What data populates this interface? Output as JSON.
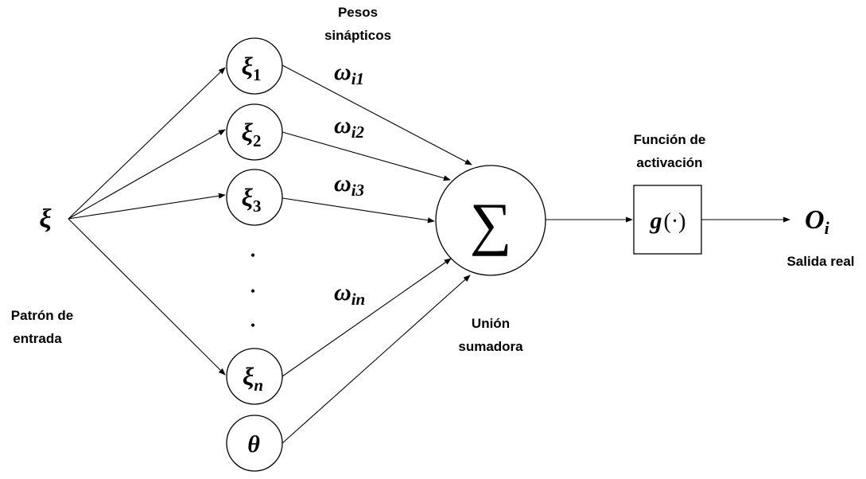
{
  "input": {
    "symbol": "ξ",
    "label_line1": "Patrón de",
    "label_line2": "entrada"
  },
  "nodes": [
    {
      "base": "ξ",
      "sub": "1"
    },
    {
      "base": "ξ",
      "sub": "2"
    },
    {
      "base": "ξ",
      "sub": "3"
    },
    {
      "base": "ξ",
      "sub": "n"
    },
    {
      "base": "θ",
      "sub": ""
    }
  ],
  "ellipsis_dots": [
    "•",
    "•",
    "•"
  ],
  "weights": {
    "title_line1": "Pesos",
    "title_line2": "sinápticos",
    "items": [
      {
        "base": "ω",
        "sub": "i1"
      },
      {
        "base": "ω",
        "sub": "i2"
      },
      {
        "base": "ω",
        "sub": "i3"
      },
      {
        "base": "ω",
        "sub": "in"
      }
    ]
  },
  "summation": {
    "symbol": "∑",
    "label_line1": "Unión",
    "label_line2": "sumadora"
  },
  "activation": {
    "title_line1": "Función de",
    "title_line2": "activación",
    "func": "g",
    "arg": "(·)"
  },
  "output": {
    "base": "O",
    "sub": "i",
    "label": "Salida real"
  }
}
